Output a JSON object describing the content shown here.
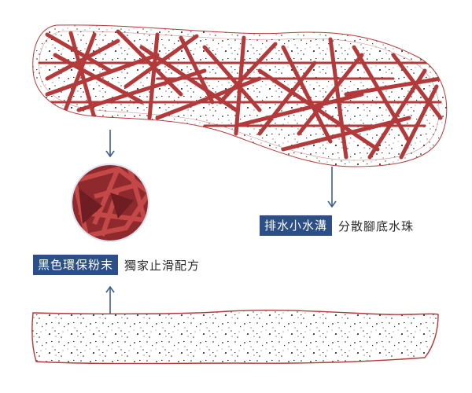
{
  "colors": {
    "accent_red": "#b23a3a",
    "label_blue": "#2b4f86",
    "arrow_blue": "#3d5e92",
    "outline": "#b23a3a"
  },
  "labels": {
    "drain": {
      "title": "排水小水溝",
      "desc": "分散腳底水珠"
    },
    "powder": {
      "title": "黑色環保粉末",
      "desc": "獨家止滑配方"
    }
  },
  "icons": {
    "arrow": "arrow-icon"
  }
}
